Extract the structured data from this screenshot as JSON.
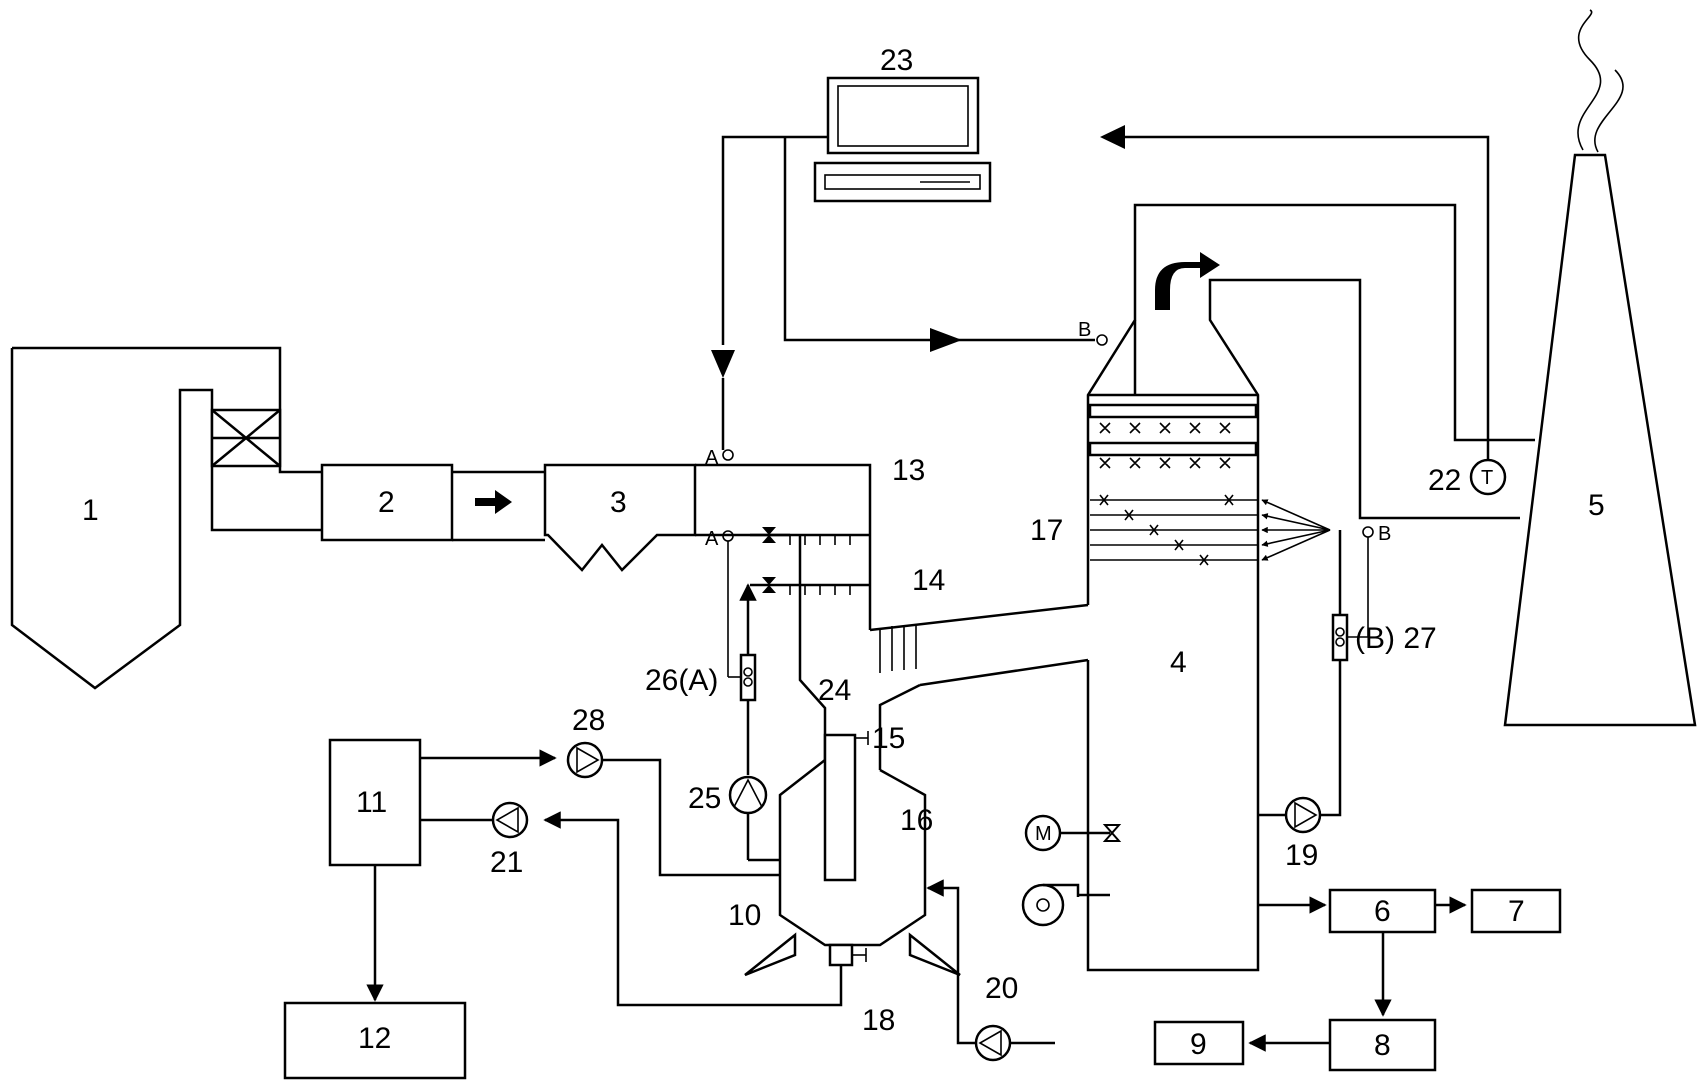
{
  "labels": {
    "n1": "1",
    "n2": "2",
    "n3": "3",
    "n4": "4",
    "n5": "5",
    "n6": "6",
    "n7": "7",
    "n8": "8",
    "n9": "9",
    "n10": "10",
    "n11": "11",
    "n12": "12",
    "n13": "13",
    "n14": "14",
    "n15": "15",
    "n16": "16",
    "n17": "17",
    "n18": "18",
    "n19": "19",
    "n20": "20",
    "n21": "21",
    "n22": "22",
    "n23": "23",
    "n24": "24",
    "n25": "25",
    "n26": "26(A)",
    "n27": "(B) 27",
    "n28": "28"
  },
  "points": {
    "a": "A",
    "b": "B"
  },
  "symbols": {
    "motor": "M",
    "thermometer": "T"
  },
  "icons": [
    "computer-icon",
    "pump-icon",
    "valve-icon",
    "fan-icon",
    "blower-icon",
    "smoke-icon",
    "flow-meter-icon",
    "arrow-icon"
  ]
}
